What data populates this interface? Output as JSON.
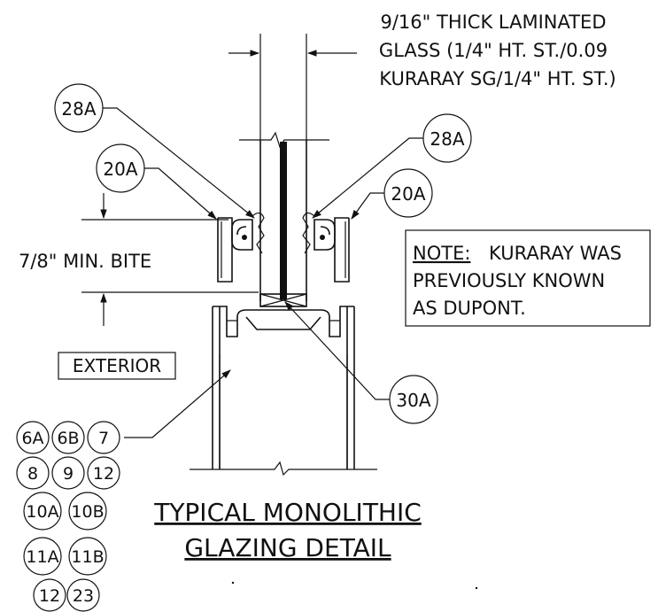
{
  "glass_spec": {
    "line1": "9/16\" THICK LAMINATED",
    "line2": "GLASS (1/4\" HT. ST./0.09",
    "line3": "KURARAY SG/1/4\" HT. ST.)"
  },
  "bite_dimension": "7/8\" MIN. BITE",
  "exterior_label": "EXTERIOR",
  "note": {
    "prefix": "NOTE:",
    "line1": "KURARAY WAS",
    "line2": "PREVIOUSLY KNOWN",
    "line3": "AS DUPONT."
  },
  "title": {
    "line1": "TYPICAL MONOLITHIC",
    "line2": "GLAZING DETAIL"
  },
  "callouts": {
    "left_top": "28A",
    "left_mid": "20A",
    "right_top": "28A",
    "right_mid": "20A",
    "setting_block": "30A"
  },
  "frame_refs": [
    [
      "6A",
      "6B",
      "7"
    ],
    [
      "8",
      "9",
      "12"
    ],
    [
      "10A",
      "10B"
    ],
    [
      "11A",
      "11B"
    ],
    [
      "12",
      "23"
    ]
  ],
  "colors": {
    "ink": "#111111",
    "background": "#ffffff"
  }
}
